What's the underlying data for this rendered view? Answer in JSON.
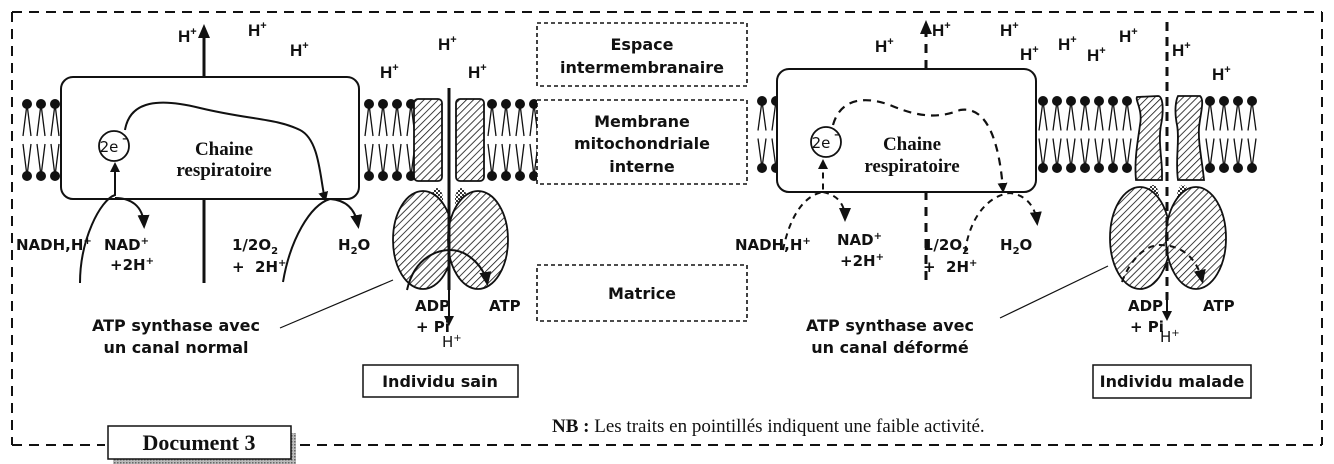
{
  "document_label": "Document 3",
  "regions": {
    "intermembrane": [
      "Espace",
      "intermembranaire"
    ],
    "membrane": [
      "Membrane",
      "mitochondriale",
      "interne"
    ],
    "matrix": "Matrice"
  },
  "panels": [
    {
      "id": "healthy",
      "title": "Individu sain",
      "activity": "normal",
      "chain_label": [
        "Chaine",
        "respiratoire"
      ],
      "electrons": "2e",
      "electron_sup": "-",
      "proton_label": "H",
      "proton_sup": "+",
      "nadh": "NADH,H",
      "nad": "NAD",
      "nad_2h": "+2H",
      "o2": "1/2O",
      "o2_sub": "2",
      "o2_2h": "+  2H",
      "h2o_h": "H",
      "h2o_sub": "2",
      "h2o_o": "O",
      "adp": "ADP",
      "pi": "+ Pi",
      "atp": "ATP",
      "synthase_label": [
        "ATP synthase avec",
        "un canal normal"
      ]
    },
    {
      "id": "sick",
      "title": "Individu malade",
      "activity": "faible",
      "chain_label": [
        "Chaine",
        "respiratoire"
      ],
      "electrons": "2e",
      "electron_sup": "-",
      "proton_label": "H",
      "proton_sup": "+",
      "nadh": "NADH,H",
      "nad": "NAD",
      "nad_2h": "+2H",
      "o2": "1/2O",
      "o2_sub": "2",
      "o2_2h": "+  2H",
      "h2o_h": "H",
      "h2o_sub": "2",
      "h2o_o": "O",
      "adp": "ADP",
      "pi": "+ Pi",
      "atp": "ATP",
      "synthase_label": [
        "ATP synthase avec",
        "un canal déformé"
      ]
    }
  ],
  "note": {
    "prefix": "NB :",
    "text": " Les traits en pointillés indiquent une faible activité."
  },
  "colors": {
    "ink": "#111111",
    "hatch_fill": "#ffffff",
    "doc_shadow": "#9a9a9a"
  }
}
